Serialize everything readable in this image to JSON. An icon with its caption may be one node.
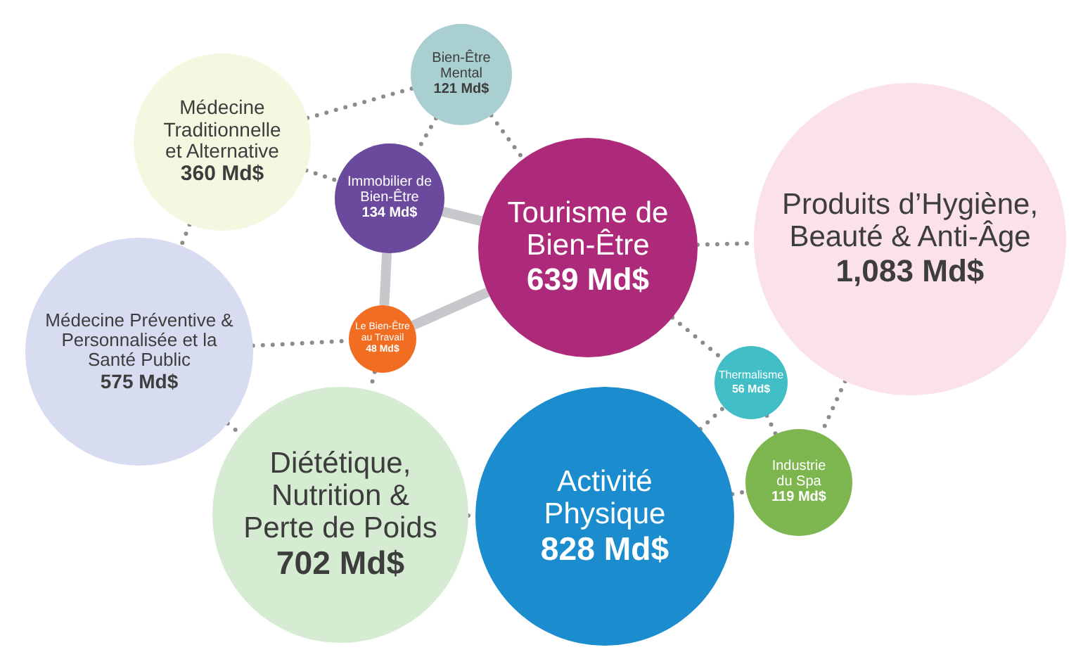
{
  "diagram": {
    "nodes": [
      {
        "text": [
          "Médecine Traditionnelle et Alternative",
          "360 Md$"
        ]
      },
      {
        "text": [
          "Bien-Être Mental",
          "121 Md$"
        ]
      },
      {
        "text": [
          "Immobilier de Bien-Être",
          "134 Md$"
        ]
      },
      {
        "text": [
          "Tourisme de Bien-Être",
          "639 Md$"
        ]
      },
      {
        "text": [
          "Produits d’Hygiène, Beauté & Anti-Âge",
          "1,083 Md$"
        ]
      },
      {
        "text": [
          "Médecine Préventive & Personnalisée et la Santé Public",
          "575 Md$"
        ]
      },
      {
        "text": [
          "Le Bien-Être au Travail",
          "48 Md$"
        ]
      },
      {
        "text": [
          "Thermalisme",
          "56 Md$"
        ]
      },
      {
        "text": [
          "Diététique, Nutrition & Perte de Poids",
          "702 Md$"
        ]
      },
      {
        "text": [
          "Activité Physique",
          "828 Md$"
        ]
      },
      {
        "text": [
          "Industrie du Spa",
          "119 Md$"
        ]
      }
    ],
    "edges": [
      {
        "from": 0,
        "to": 1,
        "arrow": "none",
        "style": "dashed"
      },
      {
        "from": 0,
        "to": 2,
        "arrow": "none",
        "style": "dashed"
      },
      {
        "from": 0,
        "to": 5,
        "arrow": "none",
        "style": "dashed"
      },
      {
        "from": 1,
        "to": 2,
        "arrow": "none",
        "style": "dashed"
      },
      {
        "from": 1,
        "to": 3,
        "arrow": "none",
        "style": "dashed"
      },
      {
        "from": 3,
        "to": 4,
        "arrow": "none",
        "style": "dashed"
      },
      {
        "from": 5,
        "to": 6,
        "arrow": "none",
        "style": "dashed"
      },
      {
        "from": 6,
        "to": 8,
        "arrow": "none",
        "style": "dashed"
      },
      {
        "from": 3,
        "to": 7,
        "arrow": "none",
        "style": "dashed"
      },
      {
        "from": 7,
        "to": 10,
        "arrow": "none",
        "style": "dashed"
      },
      {
        "from": 4,
        "to": 10,
        "arrow": "none",
        "style": "dashed"
      },
      {
        "from": 9,
        "to": 10,
        "arrow": "none",
        "style": "dashed"
      },
      {
        "from": 8,
        "to": 9,
        "arrow": "none",
        "style": "dashed"
      },
      {
        "from": 5,
        "to": 8,
        "arrow": "none",
        "style": "dashed"
      },
      {
        "from": 9,
        "to": 7,
        "arrow": "none",
        "style": "dashed"
      },
      {
        "from": 2,
        "to": 3,
        "arrow": "none",
        "style": "thick",
        "color": "#c8c8cc"
      },
      {
        "from": 2,
        "to": 6,
        "arrow": "none",
        "style": "thick",
        "color": "#c8c8cc"
      },
      {
        "from": 6,
        "to": 3,
        "arrow": "none",
        "style": "thick",
        "color": "#c8c8cc"
      }
    ]
  }
}
